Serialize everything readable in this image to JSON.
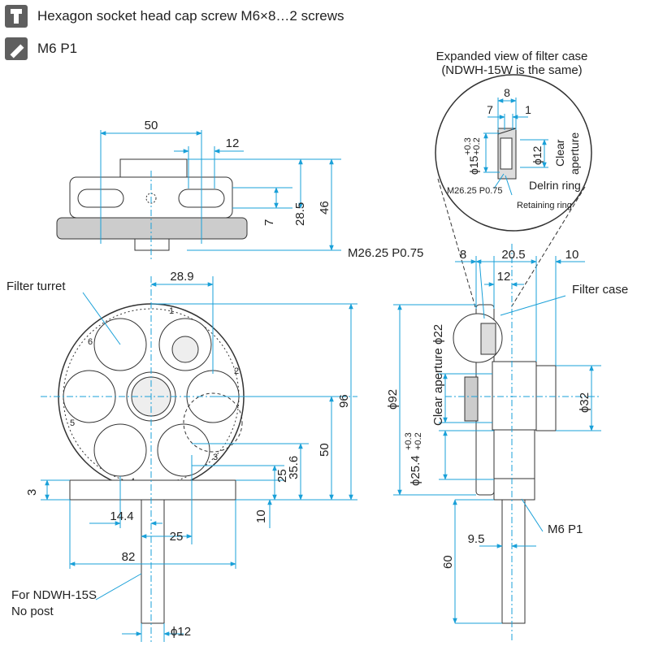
{
  "header": {
    "line1": "Hexagon socket head cap screw M6×8…2 screws",
    "line2": "M6 P1"
  },
  "detail": {
    "title1": "Expanded view of filter case",
    "title2": "(NDWH-15W is the same)",
    "d8": "8",
    "d7": "7",
    "d1": "1",
    "phi15": "ϕ15",
    "phi15_tol_top": "+0.3",
    "phi15_tol_bot": "+0.2",
    "phi12": "ϕ12",
    "clear1": "Clear",
    "clear2": "aperture",
    "thread": "M26.25 P0.75",
    "delrin": "Delrin ring",
    "retaining": "Retaining ring"
  },
  "top_view": {
    "d50": "50",
    "d12": "12",
    "d7": "7",
    "d28_5": "28.5",
    "d46": "46"
  },
  "front_view": {
    "label_turret": "Filter turret",
    "d28_9": "28.9",
    "d96": "96",
    "d50": "50",
    "d35_6": "35.6",
    "d25v": "25",
    "d10": "10",
    "d3": "3",
    "d14_4": "14.4",
    "d25h": "25",
    "d82": "82",
    "d12": "ϕ12",
    "note1": "For NDWH-15S",
    "note2": "No post",
    "pos_numbers": [
      "1",
      "2",
      "3",
      "4",
      "5",
      "6"
    ]
  },
  "side_view": {
    "thread": "M26.25 P0.75",
    "d8": "8",
    "d20_5": "20.5",
    "d10": "10",
    "d12": "12",
    "filter_case": "Filter case",
    "phi92": "ϕ92",
    "clear_ap": "Clear aperture ϕ22",
    "phi32": "ϕ32",
    "phi25_4": "ϕ25.4",
    "phi25_4_tol_top": "+0.3",
    "phi25_4_tol_bot": "+0.2",
    "m6": "M6 P1",
    "d9_5": "9.5",
    "d60": "60"
  },
  "colors": {
    "dimension": "#1aa0d8",
    "outline": "#333333",
    "icon": "#5f5f5f"
  }
}
